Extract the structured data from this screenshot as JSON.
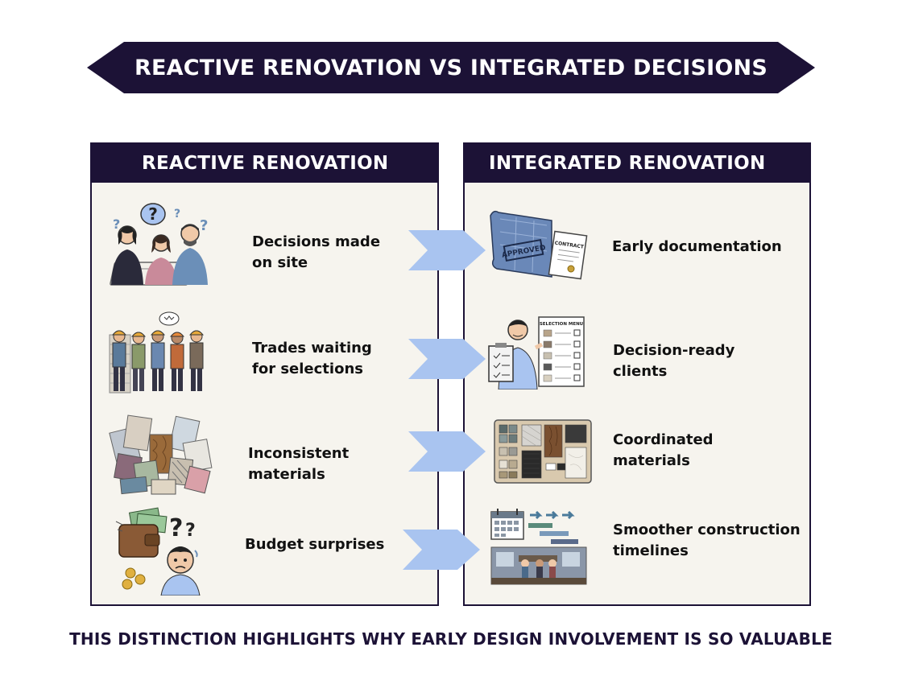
{
  "title": "REACTIVE RENOVATION VS INTEGRATED DECISIONS",
  "left": {
    "header": "REACTIVE RENOVATION",
    "items": [
      {
        "label": "Decisions made\non site",
        "icon": "confused-people-icon"
      },
      {
        "label": "Trades waiting\nfor selections",
        "icon": "idle-workers-icon"
      },
      {
        "label": "Inconsistent\nmaterials",
        "icon": "material-pile-icon"
      },
      {
        "label": "Budget surprises",
        "icon": "empty-wallet-icon"
      }
    ]
  },
  "right": {
    "header": "INTEGRATED RENOVATION",
    "items": [
      {
        "label": "Early documentation",
        "icon": "approved-plans-icon",
        "stamp": "APPROVED",
        "doc": "CONTRACT"
      },
      {
        "label": "Decision-ready\nclients",
        "icon": "selection-menu-icon",
        "board": "SELECTION MENU"
      },
      {
        "label": "Coordinated\nmaterials",
        "icon": "sample-board-icon"
      },
      {
        "label": "Smoother construction\ntimelines",
        "icon": "gantt-timeline-icon"
      }
    ]
  },
  "footer": "THIS DISTINCTION HIGHLIGHTS WHY EARLY DESIGN INVOLVEMENT IS SO VALUABLE",
  "colors": {
    "navy": "#1c1236",
    "arrow": "#a9c4f0",
    "panel": "#f6f4ee"
  }
}
